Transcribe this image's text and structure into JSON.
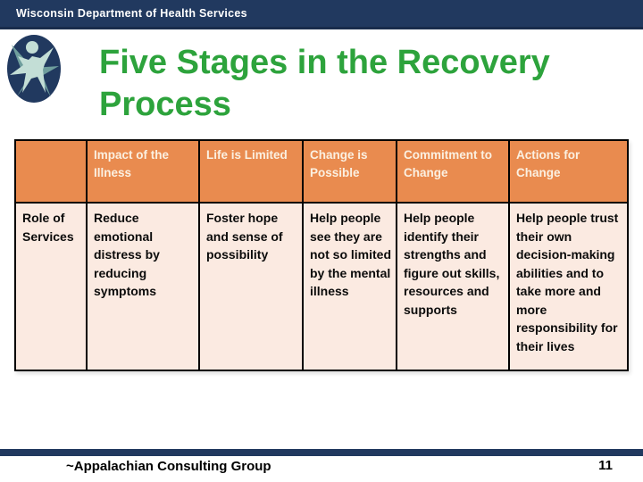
{
  "topbar": {
    "agency_name": "Wisconsin Department of Health Services"
  },
  "logo": {
    "icon": "star-person-icon",
    "circle_color": "#21395f",
    "figure_color": "#c3ded6",
    "ray_color": "#6f9e9d"
  },
  "title": "Five Stages in the Recovery Process",
  "table": {
    "columns": [
      "",
      "Impact of the Illness",
      "Life is Limited",
      "Change is Possible",
      "Commitment to Change",
      "Actions for Change"
    ],
    "rows": [
      {
        "label": "Role of Services",
        "cells": [
          "Reduce emotional distress by reducing symptoms",
          "Foster hope and sense of possibility",
          "Help people see they are not so limited by the mental illness",
          "Help people identify their strengths and figure out skills, resources and supports",
          "Help people trust their own decision-making abilities and to take more and more responsibility for their lives"
        ]
      }
    ]
  },
  "footer": {
    "attribution": "~Appalachian Consulting Group",
    "page_number": "11"
  },
  "colors": {
    "navy": "#21395f",
    "title_green": "#2da33c",
    "header_orange": "#e98b4f",
    "body_pink": "#fbeae1",
    "header_text": "#fbf0e1"
  }
}
